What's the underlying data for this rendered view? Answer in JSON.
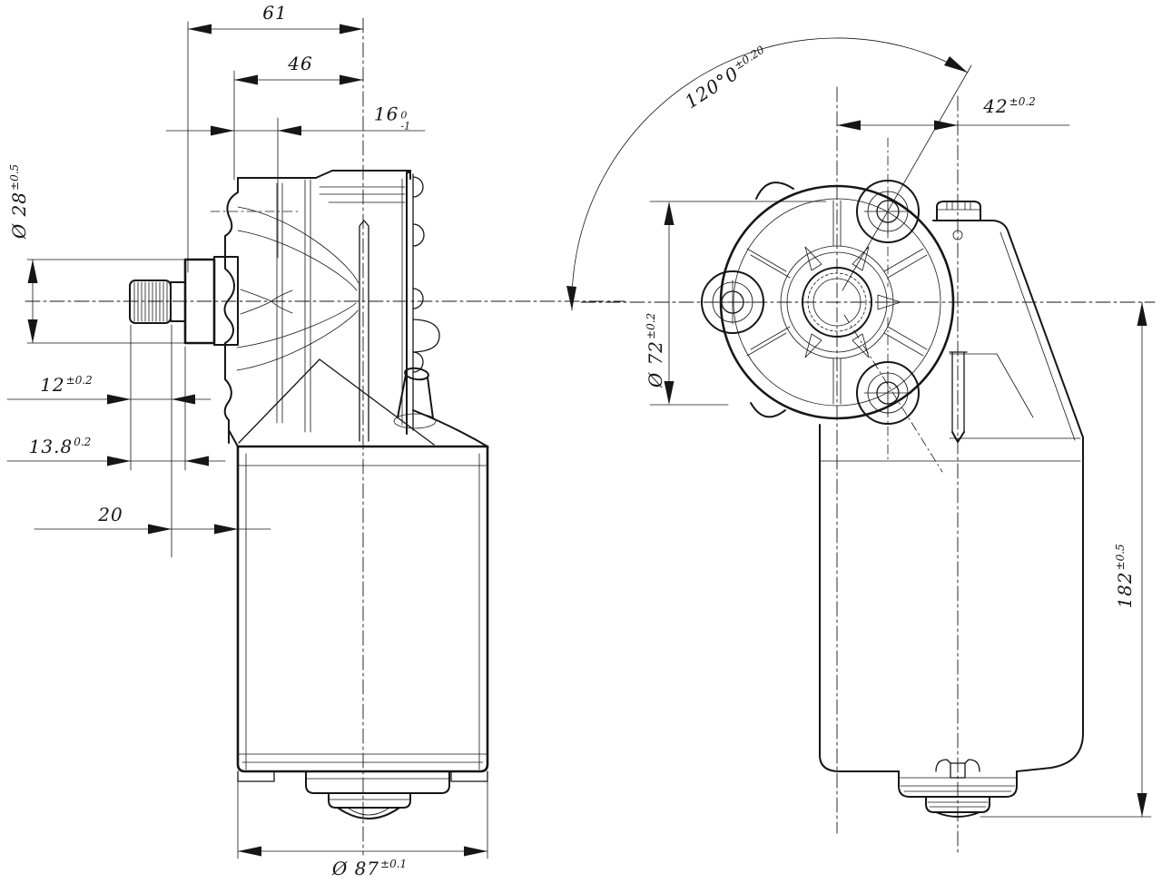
{
  "colors": {
    "line": "#161616",
    "background": "#ffffff"
  },
  "dims": {
    "d61": {
      "value": "61"
    },
    "d46": {
      "value": "46"
    },
    "d16": {
      "value": "16",
      "tol_upper": "0",
      "tol_lower": "-1"
    },
    "d28": {
      "value": "Ø 28",
      "tol": "±0.5"
    },
    "d12": {
      "value": "12",
      "tol": "±0.2"
    },
    "d13_8": {
      "value": "13.8",
      "tol": "0.2"
    },
    "d20": {
      "value": "20"
    },
    "d87": {
      "value": "Ø 87",
      "tol": "±0.1"
    },
    "d120": {
      "value": "120°0",
      "tol": "±0.20"
    },
    "d42": {
      "value": "42",
      "tol": "±0.2"
    },
    "d72": {
      "value": "Ø 72",
      "tol": "±0.2"
    },
    "d182": {
      "value": "182",
      "tol": "±0.5"
    }
  }
}
